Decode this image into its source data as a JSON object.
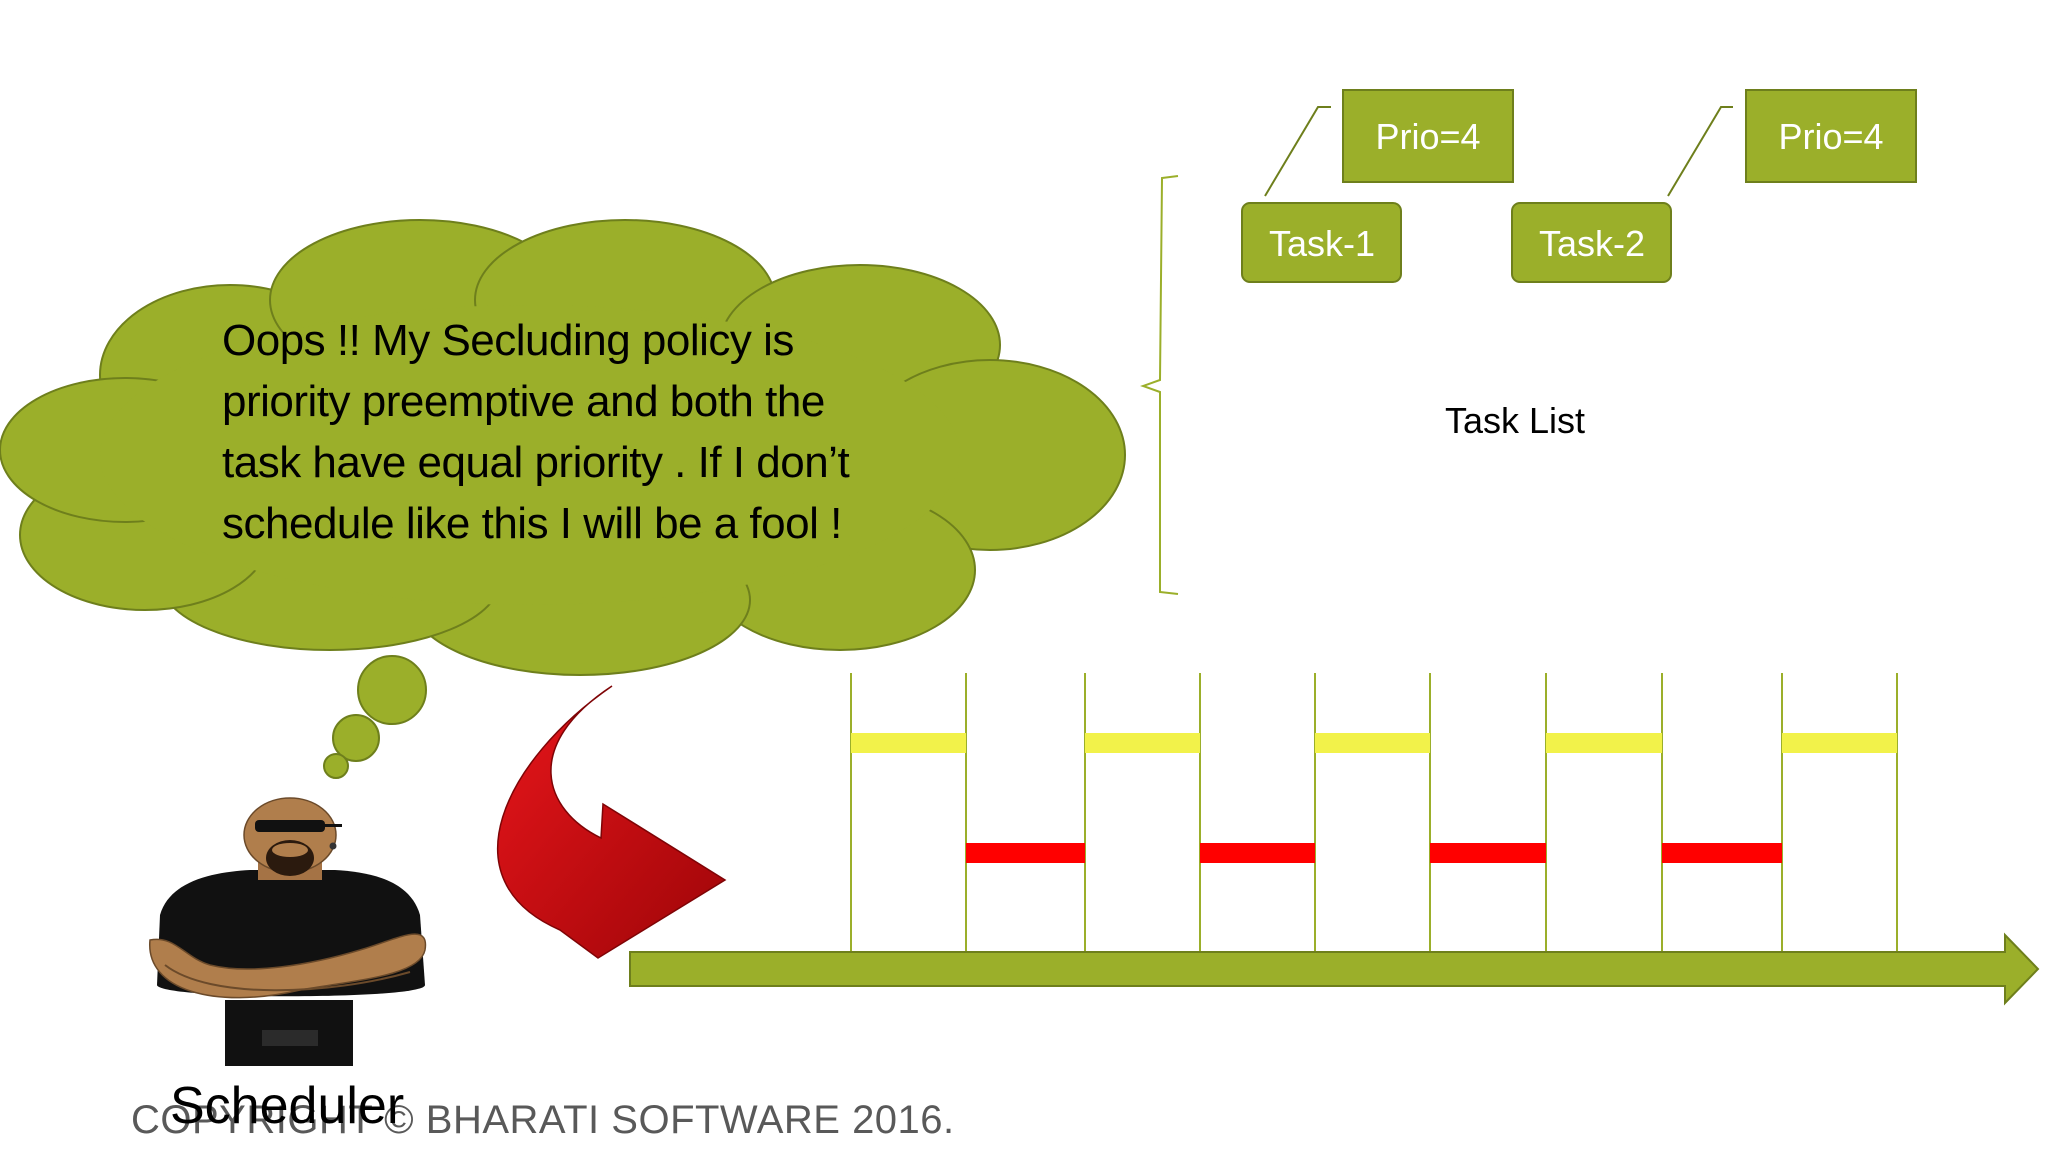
{
  "cloud": {
    "lines": [
      "Oops !! My Secluding policy is",
      "priority preemptive  and both the",
      "task have equal priority . If I don’t",
      "schedule like this I will be a fool !"
    ]
  },
  "task_list": {
    "label": "Task List",
    "tasks": [
      {
        "name": "Task-1",
        "prio": "Prio=4"
      },
      {
        "name": "Task-2",
        "prio": "Prio=4"
      }
    ]
  },
  "character": {
    "label": "Scheduler"
  },
  "timeline": {
    "slots": 9,
    "sequence": [
      "Task-1",
      "Task-2",
      "Task-1",
      "Task-2",
      "Task-1",
      "Task-2",
      "Task-1",
      "Task-2",
      "Task-1"
    ]
  },
  "colors": {
    "green_fill": "#9BAF2A",
    "green_border": "#6E7F1C",
    "task1_bar": "#F2F24A",
    "task2_bar": "#FF0000",
    "curved_arrow": "#C8090B"
  },
  "footer": {
    "copyright": "COPYRIGHT © BHARATI SOFTWARE 2016."
  }
}
